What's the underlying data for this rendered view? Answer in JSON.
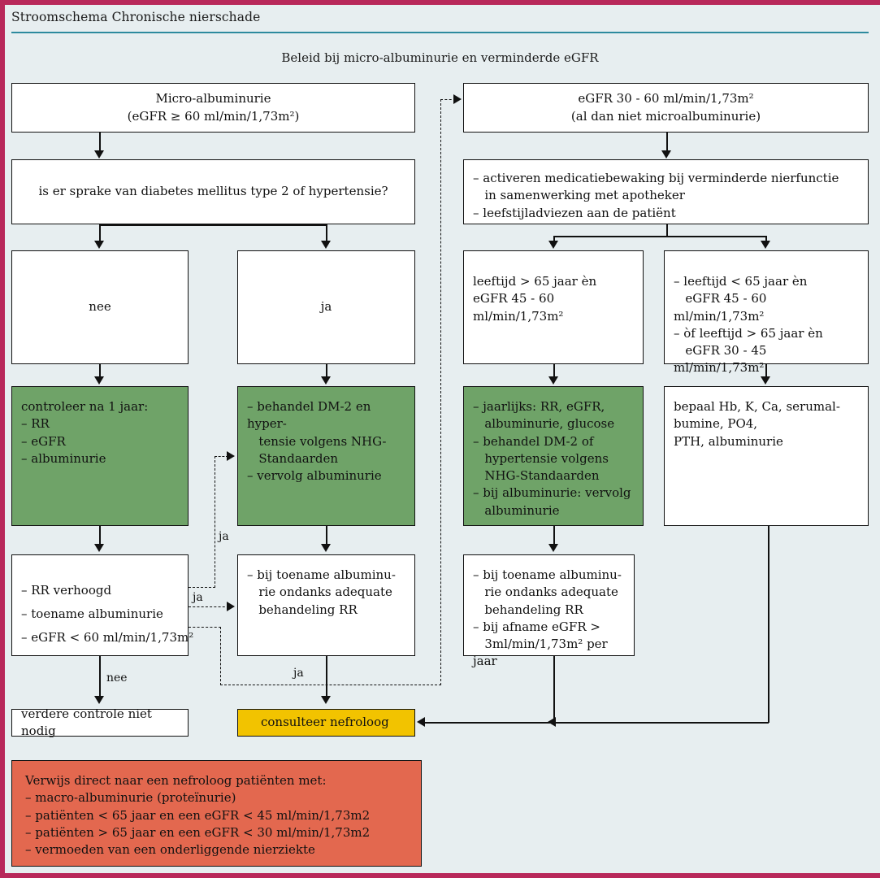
{
  "document": {
    "title": "Stroomschema Chronische nierschade",
    "subtitle": "Beleid bij micro-albuminurie en verminderde eGFR"
  },
  "colors": {
    "frame_accent": "#b8285a",
    "rule": "#2d8a9e",
    "page_background": "#e7eef0",
    "green_box": "#6fa368",
    "yellow_box": "#f2c300",
    "red_box": "#e3684f",
    "box_border": "#111111"
  },
  "nodes": {
    "micro_albuminurie": "Micro-albuminurie\n(eGFR ≥ 60 ml/min/1,73m²)",
    "egfr_30_60": "eGFR 30 - 60 ml/min/1,73m²\n(al dan niet microalbuminurie)",
    "vraag_dm2": "is er sprake van diabetes mellitus type 2 of hypertensie?",
    "medicatiebewaking": "– activeren medicatiebewaking bij verminderde nierfunctie\n   in samenwerking met apotheker\n– leefstijladviezen aan de patiënt",
    "nee_box": "nee",
    "ja_box": "ja",
    "leeftijd_boven65": "leeftijd > 65 jaar èn\neGFR 45 - 60 ml/min/1,73m²",
    "leeftijd_combi": "– leeftijd < 65 jaar èn\n   eGFR 45 - 60 ml/min/1,73m²\n– òf leeftijd > 65 jaar èn\n   eGFR 30 - 45 ml/min/1,73m²",
    "controleer_na_1_jaar": "controleer na 1 jaar:\n– RR\n– eGFR\n– albuminurie",
    "behandel_dm2": "– behandel DM-2 en hyper-\n   tensie volgens NHG-\n   Standaarden\n– vervolg albuminurie",
    "jaarlijks": "– jaarlijks: RR, eGFR,\n   albuminurie, glucose\n– behandel DM-2 of\n   hypertensie volgens\n   NHG-Standaarden\n– bij albuminurie: vervolg\n   albuminurie",
    "bepaal_lab": "bepaal Hb, K, Ca, serumal-\nbumine, PO4,\nPTH, albuminurie",
    "rr_verhoogd_lines": [
      "– RR verhoogd",
      "– toename albuminurie",
      "– eGFR < 60 ml/min/1,73m²"
    ],
    "bij_toename_mid": "– bij toename albuminu-\n   rie ondanks adequate\n   behandeling RR",
    "bij_toename_right": "– bij toename albuminu-\n   rie ondanks adequate\n   behandeling RR\n– bij afname eGFR >\n   3ml/min/1,73m² per jaar",
    "verdere_controle": "verdere controle niet nodig",
    "consulteer_nefroloog": "consulteer nefroloog",
    "verwijs_direct": "Verwijs direct naar een nefroloog patiënten met:\n– macro-albuminurie (proteïnurie)\n– patiënten < 65 jaar en een eGFR < 45 ml/min/1,73m2\n– patiënten > 65 jaar en een eGFR < 30 ml/min/1,73m2\n– vermoeden van een onderliggende nierziekte"
  },
  "edge_labels": {
    "nee_left": "nee",
    "ja_up": "ja",
    "ja_mid": "ja",
    "ja_bottom": "ja"
  }
}
